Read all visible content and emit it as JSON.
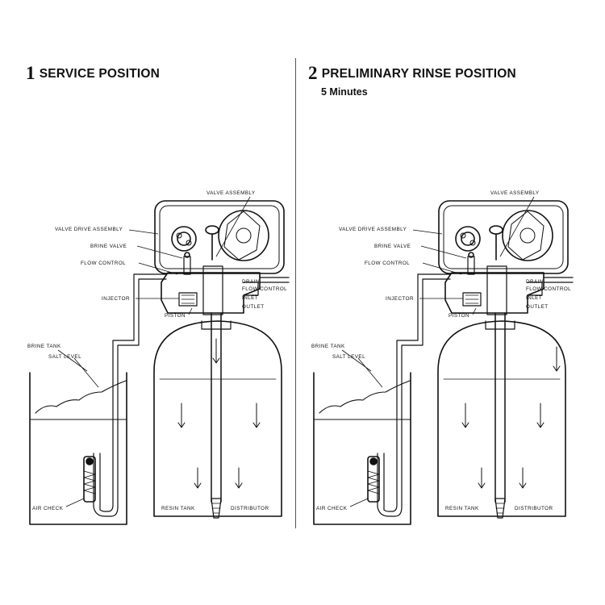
{
  "panels": [
    {
      "number": "1",
      "title": "SERVICE POSITION",
      "subtitle": "",
      "labels": {
        "valve_assembly": "VALVE ASSEMBLY",
        "valve_drive_assembly": "VALVE DRIVE ASSEMBLY",
        "brine_valve": "BRINE VALVE",
        "flow_control": "FLOW CONTROL",
        "drain": "DRAIN",
        "drain_flow_control": "FLOW CONTROL",
        "injector": "INJECTOR",
        "inlet": "INLET",
        "outlet": "OUTLET",
        "piston": "PISTON",
        "brine_tank": "BRINE TANK",
        "salt_level": "SALT LEVEL",
        "air_check": "AIR CHECK",
        "resin_tank": "RESIN TANK",
        "distributor": "DISTRIBUTOR"
      }
    },
    {
      "number": "2",
      "title": "PRELIMINARY RINSE POSITION",
      "subtitle": "5 Minutes",
      "labels": {
        "valve_assembly": "VALVE ASSEMBLY",
        "valve_drive_assembly": "VALVE DRIVE ASSEMBLY",
        "brine_valve": "BRINE VALVE",
        "flow_control": "FLOW CONTROL",
        "drain": "DRAIN",
        "drain_flow_control": "FLOW CONTROL",
        "injector": "INJECTOR",
        "inlet": "INLET",
        "outlet": "OUTLET",
        "piston": "PISTON",
        "brine_tank": "BRINE TANK",
        "salt_level": "SALT LEVEL",
        "air_check": "AIR CHECK",
        "resin_tank": "RESIN TANK",
        "distributor": "DISTRIBUTOR"
      }
    }
  ]
}
